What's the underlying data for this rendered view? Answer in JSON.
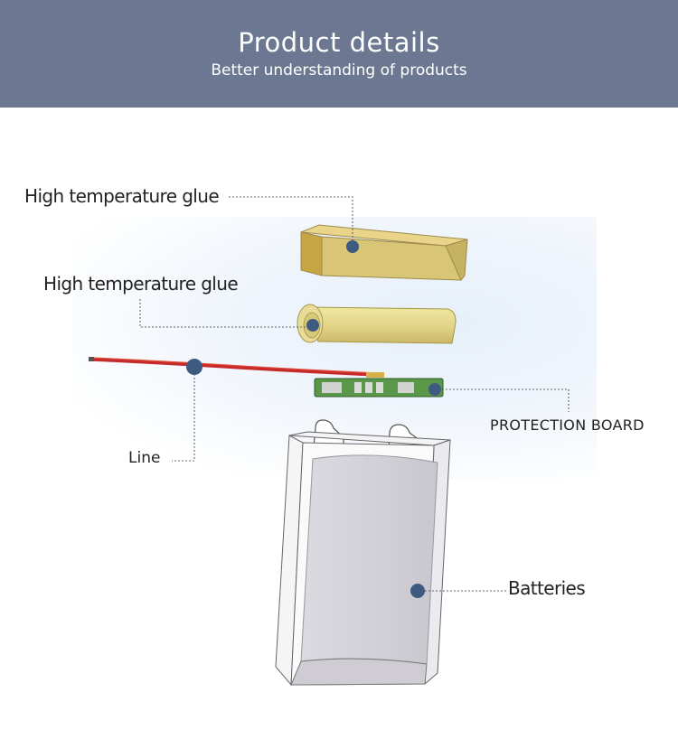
{
  "header": {
    "title": "Product details",
    "subtitle": "Better understanding of products",
    "background": "#6c7891"
  },
  "callouts": {
    "glue_top": "High temperature glue",
    "glue_middle": "High temperature glue",
    "line": "Line",
    "protection_board": "PROTECTION BOARD",
    "batteries": "Batteries"
  },
  "colors": {
    "marker": "#3f5a80",
    "glue": "#d7c067",
    "wire": "#c0282a",
    "board": "#4c8a3c",
    "battery": "#d2cfd8"
  }
}
